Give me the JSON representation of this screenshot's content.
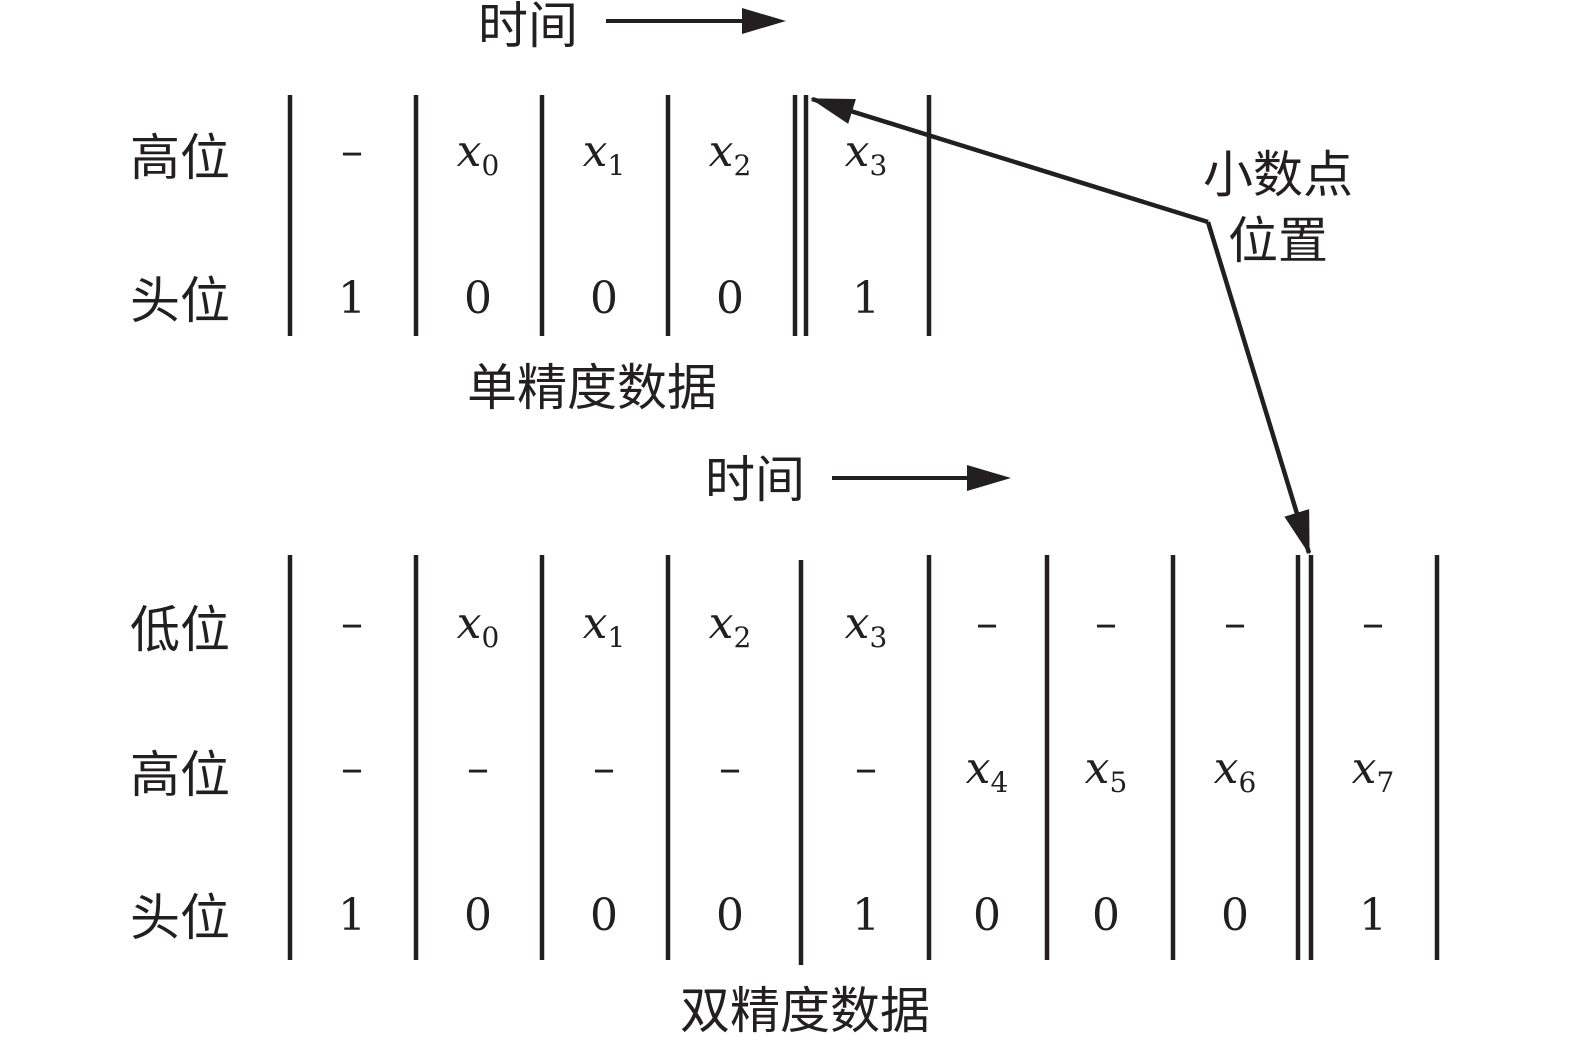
{
  "single": {
    "time_label": "时间",
    "caption": "单精度数据",
    "rows": [
      {
        "label": "高位",
        "cells": [
          {
            "t": "–"
          },
          {
            "v": "x",
            "s": "0"
          },
          {
            "v": "x",
            "s": "1"
          },
          {
            "v": "x",
            "s": "2"
          },
          {
            "v": "x",
            "s": "3"
          }
        ]
      },
      {
        "label": "头位",
        "cells": [
          {
            "t": "1"
          },
          {
            "t": "0"
          },
          {
            "t": "0"
          },
          {
            "t": "0"
          },
          {
            "t": "1"
          }
        ]
      }
    ]
  },
  "double": {
    "time_label": "时间",
    "caption": "双精度数据",
    "rows": [
      {
        "label": "低位",
        "cells": [
          {
            "t": "–"
          },
          {
            "v": "x",
            "s": "0"
          },
          {
            "v": "x",
            "s": "1"
          },
          {
            "v": "x",
            "s": "2"
          },
          {
            "v": "x",
            "s": "3"
          },
          {
            "t": "–"
          },
          {
            "t": "–"
          },
          {
            "t": "–"
          },
          {
            "t": "–"
          }
        ]
      },
      {
        "label": "高位",
        "cells": [
          {
            "t": "–"
          },
          {
            "t": "–"
          },
          {
            "t": "–"
          },
          {
            "t": "–"
          },
          {
            "t": "–"
          },
          {
            "v": "x",
            "s": "4"
          },
          {
            "v": "x",
            "s": "5"
          },
          {
            "v": "x",
            "s": "6"
          },
          {
            "v": "x",
            "s": "7"
          }
        ]
      },
      {
        "label": "头位",
        "cells": [
          {
            "t": "1"
          },
          {
            "t": "0"
          },
          {
            "t": "0"
          },
          {
            "t": "0"
          },
          {
            "t": "1"
          },
          {
            "t": "0"
          },
          {
            "t": "0"
          },
          {
            "t": "0"
          },
          {
            "t": "1"
          }
        ]
      }
    ]
  },
  "decimal_point": {
    "label_line1": "小数点",
    "label_line2": "位置"
  }
}
